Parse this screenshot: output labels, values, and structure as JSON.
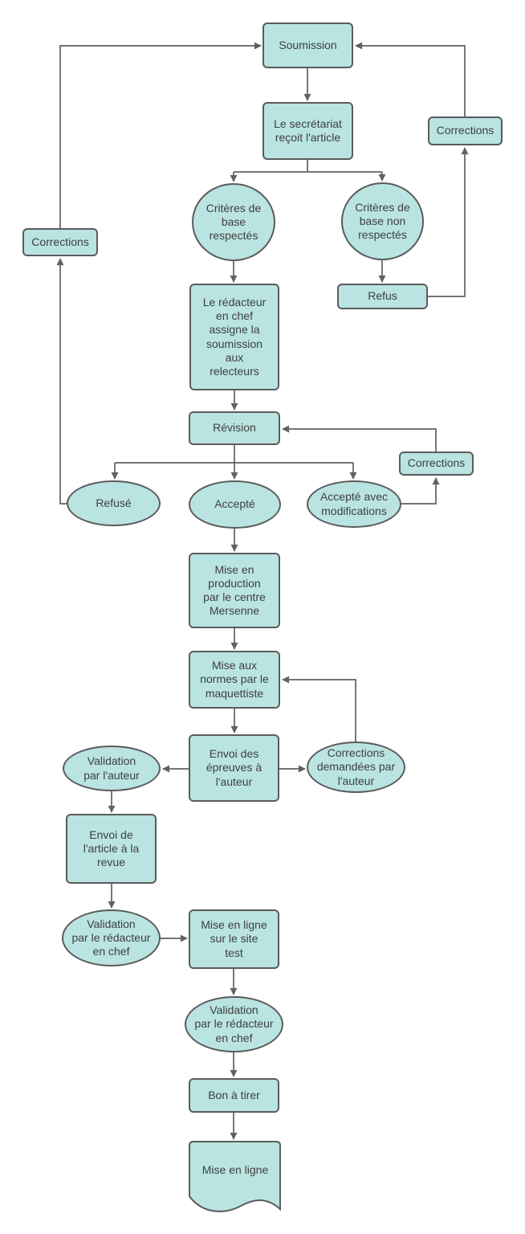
{
  "diagram": {
    "type": "flowchart",
    "language": "fr",
    "description": "Editorial workflow for article submission and publication",
    "colors": {
      "node_fill": "#b9e4e1",
      "node_border": "#5b5b5b",
      "arrow": "#616161",
      "text": "#3f3f3f",
      "background": "#ffffff"
    },
    "nodes": {
      "soumission": {
        "label": "Soumission",
        "shape": "rectangle"
      },
      "secretariat": {
        "label": "Le secrétariat\nreçoit l'article",
        "shape": "rectangle"
      },
      "corrections_top_right": {
        "label": "Corrections",
        "shape": "rectangle"
      },
      "criteres_respectes": {
        "label": "Critères de\nbase\nrespectés",
        "shape": "circle"
      },
      "criteres_non_respectes": {
        "label": "Critères de\nbase non\nrespectés",
        "shape": "circle"
      },
      "refus": {
        "label": "Refus",
        "shape": "rectangle"
      },
      "corrections_left": {
        "label": "Corrections",
        "shape": "rectangle"
      },
      "redacteur_assigne": {
        "label": "Le rédacteur\nen chef\nassigne la\nsoumission\naux\nrelecteurs",
        "shape": "rectangle"
      },
      "revision": {
        "label": "Révision",
        "shape": "rectangle"
      },
      "refuse": {
        "label": "Refusé",
        "shape": "ellipse"
      },
      "accepte": {
        "label": "Accepté",
        "shape": "ellipse"
      },
      "accepte_modifications": {
        "label": "Accepté avec\nmodifications",
        "shape": "ellipse"
      },
      "corrections_revision": {
        "label": "Corrections",
        "shape": "rectangle"
      },
      "mise_production": {
        "label": "Mise en\nproduction\npar le centre\nMersenne",
        "shape": "rectangle"
      },
      "mise_normes": {
        "label": "Mise aux\nnormes par le\nmaquettiste",
        "shape": "rectangle"
      },
      "envoi_epreuves": {
        "label": "Envoi des\népreuves à\nl'auteur",
        "shape": "rectangle"
      },
      "validation_auteur": {
        "label": "Validation\npar l'auteur",
        "shape": "ellipse"
      },
      "corrections_demandees": {
        "label": "Corrections\ndemandées par\nl'auteur",
        "shape": "ellipse"
      },
      "envoi_revue": {
        "label": "Envoi de\nl'article à la\nrevue",
        "shape": "rectangle"
      },
      "validation_redacteur_1": {
        "label": "Validation\npar le rédacteur\nen chef",
        "shape": "ellipse"
      },
      "mise_ligne_test": {
        "label": "Mise en ligne\nsur le site\ntest",
        "shape": "rectangle"
      },
      "validation_redacteur_2": {
        "label": "Validation\npar le rédacteur\nen chef",
        "shape": "ellipse"
      },
      "bon_a_tirer": {
        "label": "Bon à tirer",
        "shape": "rectangle"
      },
      "mise_en_ligne": {
        "label": "Mise en ligne",
        "shape": "document"
      }
    },
    "edges": [
      {
        "from": "soumission",
        "to": "secretariat"
      },
      {
        "from": "secretariat",
        "to": "criteres_respectes"
      },
      {
        "from": "secretariat",
        "to": "criteres_non_respectes"
      },
      {
        "from": "criteres_respectes",
        "to": "redacteur_assigne"
      },
      {
        "from": "criteres_non_respectes",
        "to": "refus"
      },
      {
        "from": "refus",
        "to": "corrections_top_right"
      },
      {
        "from": "corrections_top_right",
        "to": "soumission"
      },
      {
        "from": "redacteur_assigne",
        "to": "revision"
      },
      {
        "from": "revision",
        "to": "refuse"
      },
      {
        "from": "revision",
        "to": "accepte"
      },
      {
        "from": "revision",
        "to": "accepte_modifications"
      },
      {
        "from": "refuse",
        "to": "corrections_left"
      },
      {
        "from": "corrections_left",
        "to": "soumission"
      },
      {
        "from": "accepte_modifications",
        "to": "corrections_revision"
      },
      {
        "from": "corrections_revision",
        "to": "revision"
      },
      {
        "from": "accepte",
        "to": "mise_production"
      },
      {
        "from": "mise_production",
        "to": "mise_normes"
      },
      {
        "from": "mise_normes",
        "to": "envoi_epreuves"
      },
      {
        "from": "envoi_epreuves",
        "to": "validation_auteur"
      },
      {
        "from": "envoi_epreuves",
        "to": "corrections_demandees"
      },
      {
        "from": "corrections_demandees",
        "to": "mise_normes"
      },
      {
        "from": "validation_auteur",
        "to": "envoi_revue"
      },
      {
        "from": "envoi_revue",
        "to": "validation_redacteur_1"
      },
      {
        "from": "validation_redacteur_1",
        "to": "mise_ligne_test"
      },
      {
        "from": "mise_ligne_test",
        "to": "validation_redacteur_2"
      },
      {
        "from": "validation_redacteur_2",
        "to": "bon_a_tirer"
      },
      {
        "from": "bon_a_tirer",
        "to": "mise_en_ligne"
      }
    ]
  }
}
